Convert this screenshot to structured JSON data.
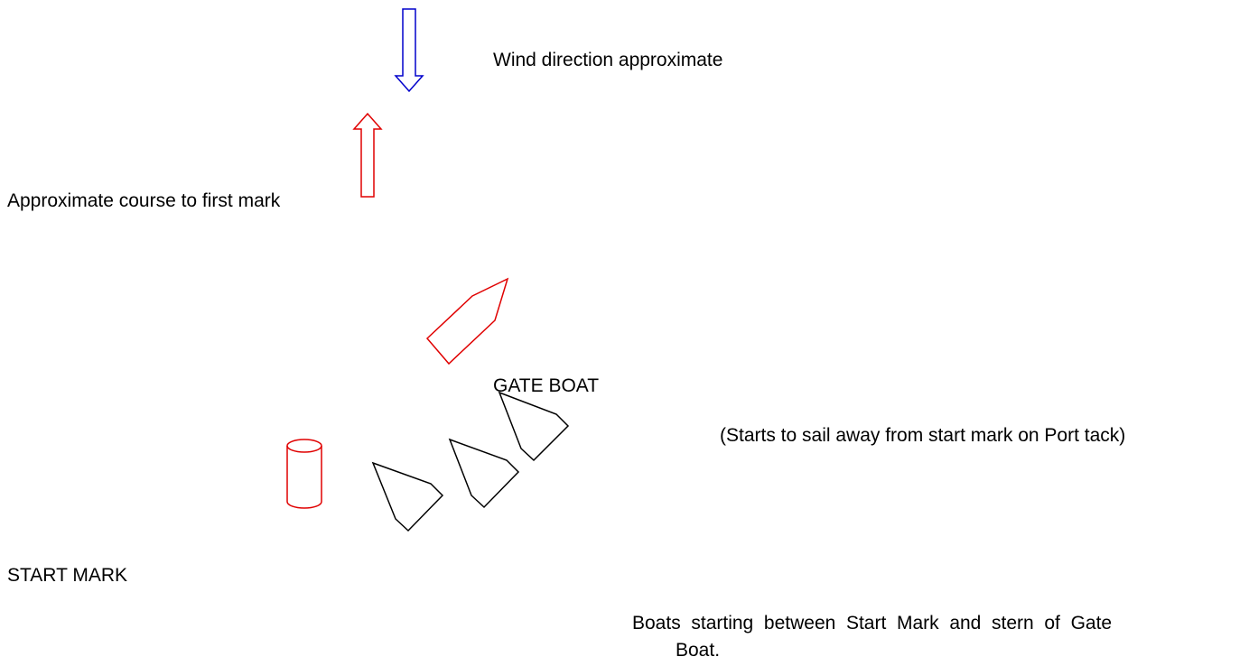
{
  "labels": {
    "wind": "Wind direction approximate",
    "course": "Approximate course to first mark",
    "gate_boat": "GATE BOAT",
    "starts": "(Starts to sail away from start mark on Port tack)",
    "start_mark": "START MARK",
    "boats_starting_line1": "Boats  starting  between  Start  Mark  and  stern  of  Gate",
    "boats_starting_line2": "Boat."
  },
  "colors": {
    "wind_arrow": "#0000cc",
    "course_arrow": "#e00000",
    "gate_boat": "#e00000",
    "start_mark": "#e00000",
    "boats": "#000000",
    "text": "#000000"
  },
  "icons": {
    "wind_arrow": "down-arrow",
    "course_arrow": "up-arrow",
    "gate_boat": "boat-hull",
    "start_mark": "cylinder-buoy",
    "boats": "boat-hull"
  }
}
